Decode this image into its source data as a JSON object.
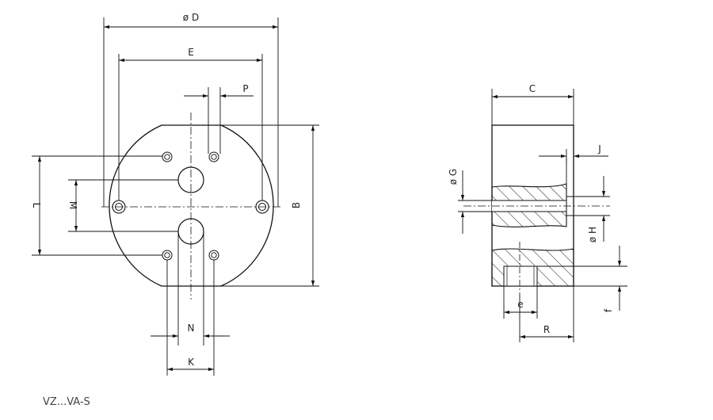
{
  "caption": "VZ...VA-S",
  "labels": {
    "D": "ø D",
    "E": "E",
    "P": "P",
    "L": "L",
    "M": "M",
    "B": "B",
    "N": "N",
    "K": "K",
    "C": "C",
    "J": "J",
    "G": "ø G",
    "H": "ø H",
    "e": "e",
    "R": "R",
    "f": "f"
  }
}
